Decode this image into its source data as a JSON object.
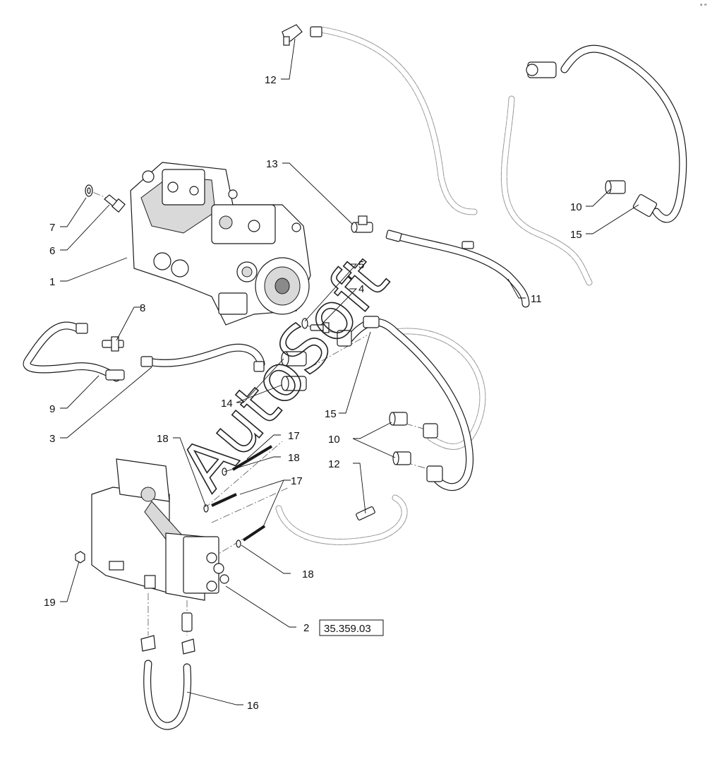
{
  "diagram": {
    "corner_mark": "° ″",
    "watermark": "AutoSoft",
    "reference_box": "35.359.03",
    "callouts": {
      "c12a": "12",
      "c13": "13",
      "c7": "7",
      "c6": "6",
      "c1": "1",
      "c5": "5",
      "c4": "4",
      "c8": "8",
      "c9": "9",
      "c3": "3",
      "c14": "14",
      "c15a": "15",
      "c10a": "10",
      "c12b": "12",
      "c18a": "18",
      "c17a": "17",
      "c18b": "18",
      "c17b": "17",
      "c18c": "18",
      "c19": "19",
      "c2": "2",
      "c16": "16",
      "c11": "11",
      "c10b": "10",
      "c15b": "15"
    }
  }
}
